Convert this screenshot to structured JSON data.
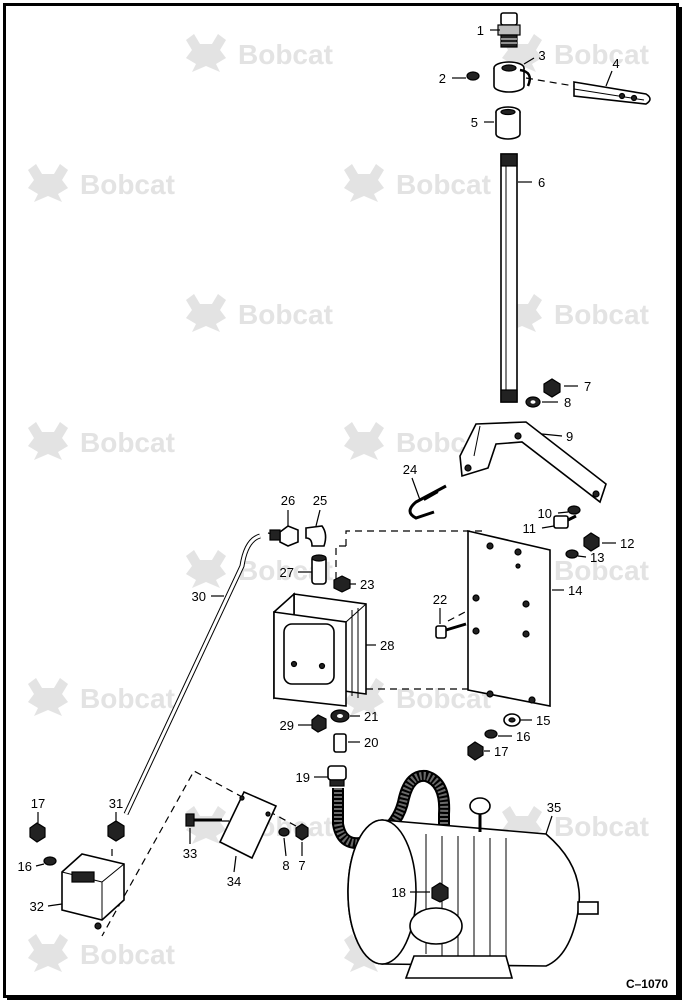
{
  "watermark": {
    "text": "Bobcat",
    "logo_icon": "bobcat-logo-icon"
  },
  "drawing_id": "C–1070",
  "callouts": [
    {
      "label": "1"
    },
    {
      "label": "2"
    },
    {
      "label": "3"
    },
    {
      "label": "4"
    },
    {
      "label": "5"
    },
    {
      "label": "6"
    },
    {
      "label": "7"
    },
    {
      "label": "8"
    },
    {
      "label": "9"
    },
    {
      "label": "10"
    },
    {
      "label": "11"
    },
    {
      "label": "12"
    },
    {
      "label": "13"
    },
    {
      "label": "14"
    },
    {
      "label": "15"
    },
    {
      "label": "16"
    },
    {
      "label": "17"
    },
    {
      "label": "18"
    },
    {
      "label": "19"
    },
    {
      "label": "20"
    },
    {
      "label": "21"
    },
    {
      "label": "22"
    },
    {
      "label": "23"
    },
    {
      "label": "24"
    },
    {
      "label": "25"
    },
    {
      "label": "26"
    },
    {
      "label": "27"
    },
    {
      "label": "28"
    },
    {
      "label": "29"
    },
    {
      "label": "30"
    },
    {
      "label": "31"
    },
    {
      "label": "32"
    },
    {
      "label": "33"
    },
    {
      "label": "34"
    },
    {
      "label": "35"
    },
    {
      "label": "16"
    },
    {
      "label": "17"
    },
    {
      "label": "8"
    },
    {
      "label": "7"
    }
  ],
  "colors": {
    "line": "#000000",
    "watermark": "#e3e3e3",
    "fill_dark": "#222222",
    "fill_grey": "#bdbdbd"
  }
}
